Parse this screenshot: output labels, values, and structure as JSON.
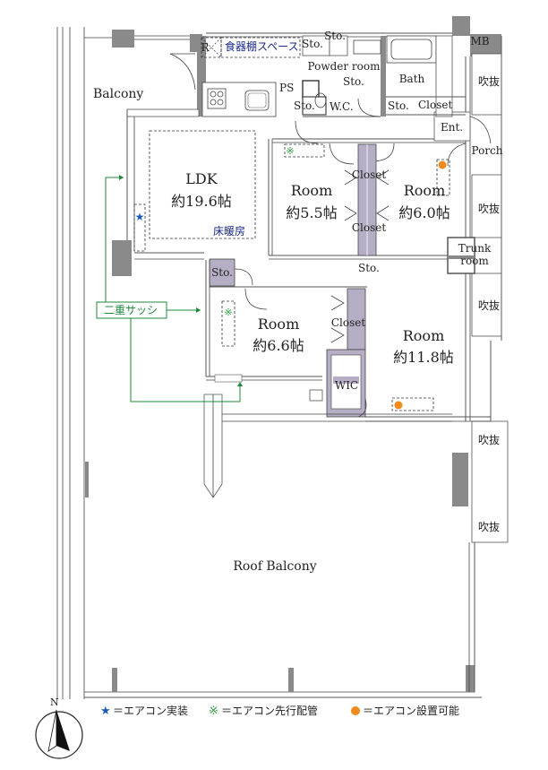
{
  "rooms": {
    "ldk_name": "LDK",
    "ldk_size": "約19.6帖",
    "floor_heating": "床暖房",
    "room1_name": "Room",
    "room1_size": "約5.5帖",
    "room2_name": "Room",
    "room2_size": "約6.0帖",
    "room3_name": "Room",
    "room3_size": "約6.6帖",
    "room4_name": "Room",
    "room4_size": "約11.8帖",
    "balcony": "Balcony",
    "roof_balcony": "Roof Balcony"
  },
  "labels": {
    "R": "R",
    "dish_shelf": "食器棚スペース",
    "sto_top_a": "Sto.",
    "sto_top_b": "Sto.",
    "mb": "MB",
    "powder": "Powder room",
    "bath": "Bath",
    "ps": "PS",
    "sto_ps": "Sto.",
    "sto_wc": "Sto.",
    "wc": "W.C.",
    "sto_bath": "Sto.",
    "closet_bath": "Closet",
    "ent": "Ent.",
    "porch": "Porch",
    "closet_a": "Closet",
    "closet_b": "Closet",
    "closet_c": "Closet",
    "sto_mid": "Sto.",
    "sto_room3": "Sto.",
    "trunk1": "Trunk",
    "trunk2": "room",
    "wic": "WIC",
    "void1": "吹抜",
    "void2": "吹抜",
    "void3": "吹抜",
    "void4": "吹抜",
    "void5": "吹抜",
    "double_sash": "二重サッシ"
  },
  "legend": {
    "star": "★",
    "star_text": "＝エアコン実装",
    "kome": "※",
    "kome_text": "＝エアコン先行配管",
    "dot_text": "＝エアコン設置可能"
  },
  "compass": {
    "north": "N"
  },
  "colors": {
    "star": "#1a5ab8",
    "kome": "#2e9a3e",
    "dot": "#f08a1c",
    "closet_fill": "#b6aec4",
    "wall": "#8a8a8a"
  }
}
